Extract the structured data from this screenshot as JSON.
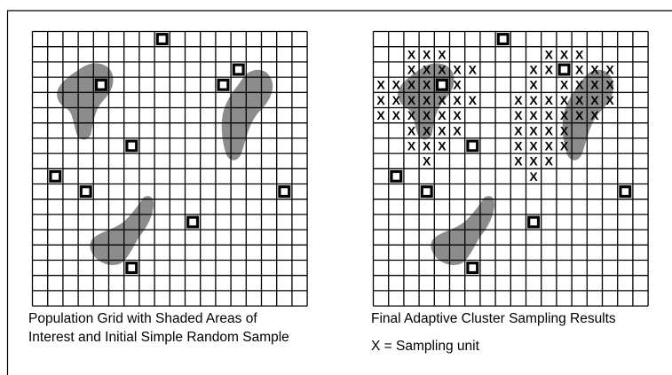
{
  "diagram": {
    "grid": {
      "rows": 18,
      "cols": 18
    },
    "colors": {
      "line": "#000000",
      "shade": "#8c8c8c",
      "background": "#ffffff"
    },
    "left_panel": {
      "caption_line1": "Population Grid with Shaded Areas of",
      "caption_line2": "Interest and Initial Simple Random Sample",
      "initial_sample_cells": [
        [
          0,
          8
        ],
        [
          3,
          4
        ],
        [
          3,
          12
        ],
        [
          2,
          13
        ],
        [
          7,
          6
        ],
        [
          9,
          1
        ],
        [
          10,
          3
        ],
        [
          10,
          16
        ],
        [
          12,
          10
        ],
        [
          15,
          6
        ]
      ]
    },
    "right_panel": {
      "caption_line1": "Final Adaptive Cluster Sampling Results",
      "legend": "X = Sampling unit",
      "marker_text": "X",
      "initial_sample_cells": [
        [
          0,
          8
        ],
        [
          3,
          4
        ],
        [
          2,
          12
        ],
        [
          7,
          6
        ],
        [
          9,
          1
        ],
        [
          10,
          3
        ],
        [
          10,
          16
        ],
        [
          12,
          10
        ],
        [
          15,
          6
        ]
      ],
      "sampled_x_cells": [
        [
          1,
          2
        ],
        [
          1,
          3
        ],
        [
          1,
          4
        ],
        [
          1,
          11
        ],
        [
          1,
          12
        ],
        [
          1,
          13
        ],
        [
          2,
          2
        ],
        [
          2,
          3
        ],
        [
          2,
          4
        ],
        [
          2,
          5
        ],
        [
          2,
          6
        ],
        [
          2,
          10
        ],
        [
          2,
          11
        ],
        [
          2,
          13
        ],
        [
          2,
          14
        ],
        [
          2,
          15
        ],
        [
          3,
          0
        ],
        [
          3,
          1
        ],
        [
          3,
          2
        ],
        [
          3,
          3
        ],
        [
          3,
          5
        ],
        [
          3,
          10
        ],
        [
          3,
          12
        ],
        [
          3,
          13
        ],
        [
          3,
          14
        ],
        [
          3,
          15
        ],
        [
          4,
          0
        ],
        [
          4,
          1
        ],
        [
          4,
          2
        ],
        [
          4,
          3
        ],
        [
          4,
          4
        ],
        [
          4,
          5
        ],
        [
          4,
          6
        ],
        [
          4,
          9
        ],
        [
          4,
          10
        ],
        [
          4,
          11
        ],
        [
          4,
          12
        ],
        [
          4,
          13
        ],
        [
          4,
          14
        ],
        [
          4,
          15
        ],
        [
          5,
          0
        ],
        [
          5,
          1
        ],
        [
          5,
          2
        ],
        [
          5,
          3
        ],
        [
          5,
          4
        ],
        [
          5,
          5
        ],
        [
          5,
          9
        ],
        [
          5,
          10
        ],
        [
          5,
          11
        ],
        [
          5,
          12
        ],
        [
          5,
          13
        ],
        [
          5,
          14
        ],
        [
          6,
          2
        ],
        [
          6,
          3
        ],
        [
          6,
          4
        ],
        [
          6,
          5
        ],
        [
          6,
          9
        ],
        [
          6,
          10
        ],
        [
          6,
          11
        ],
        [
          6,
          12
        ],
        [
          7,
          2
        ],
        [
          7,
          3
        ],
        [
          7,
          4
        ],
        [
          7,
          9
        ],
        [
          7,
          10
        ],
        [
          7,
          11
        ],
        [
          7,
          12
        ],
        [
          8,
          3
        ],
        [
          8,
          9
        ],
        [
          8,
          10
        ],
        [
          8,
          11
        ],
        [
          9,
          10
        ]
      ]
    }
  }
}
